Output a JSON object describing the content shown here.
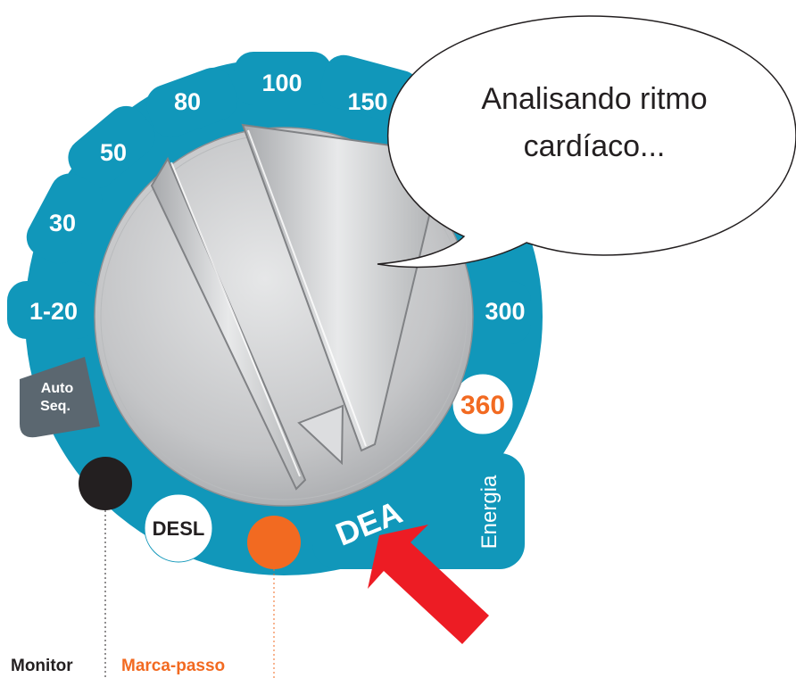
{
  "dial": {
    "energy_settings": [
      "1-20",
      "30",
      "50",
      "80",
      "100",
      "150",
      "300"
    ],
    "auto_seq_line1": "Auto",
    "auto_seq_line2": "Seq.",
    "max_energy": "360",
    "off_label": "DESL",
    "aed_label": "DEA",
    "energy_tab_label": "Energia"
  },
  "bottom_labels": {
    "monitor": "Monitor",
    "pacemaker": "Marca-passo"
  },
  "speech_bubble": {
    "line1": "Analisando ritmo",
    "line2": "cardíaco..."
  },
  "colors": {
    "dial_ring": "#1197ba",
    "knob": "#c9cacb",
    "accent_orange": "#f26a21",
    "auto_seq_tab": "#5b6770",
    "arrow_red": "#ed1c24",
    "monitor_dot": "#231f20"
  },
  "icons": {
    "pointer": "red-arrow-icon",
    "knob_indicator": "triangle-indicator-icon"
  }
}
